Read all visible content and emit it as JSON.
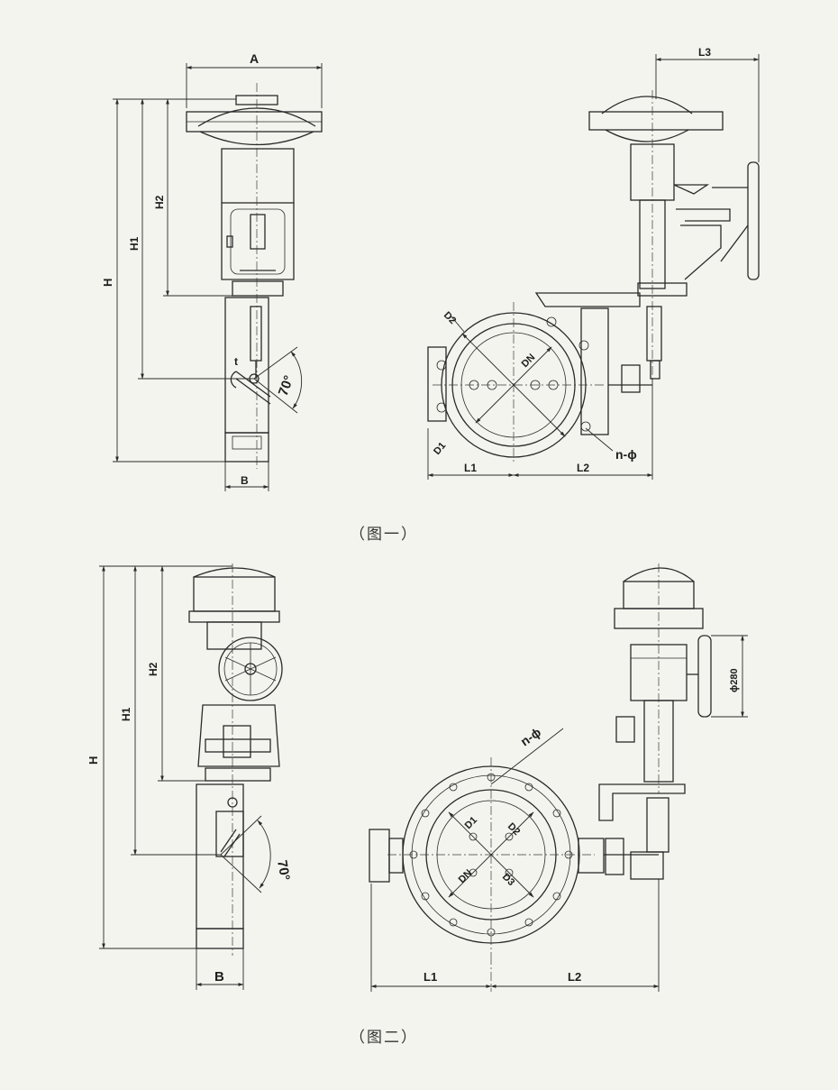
{
  "figure1": {
    "caption": "（图一）",
    "labels": {
      "A": "A",
      "H": "H",
      "H1": "H1",
      "H2": "H2",
      "B": "B",
      "t": "t",
      "angle": "70°",
      "L1": "L1",
      "L2": "L2",
      "L3": "L3",
      "D1": "D1",
      "D2": "D2",
      "DN": "DN",
      "n_phi": "n-ϕ"
    }
  },
  "figure2": {
    "caption": "（图二）",
    "labels": {
      "H": "H",
      "H1": "H1",
      "H2": "H2",
      "B": "B",
      "angle": "70°",
      "L1": "L1",
      "L2": "L2",
      "D1": "D1",
      "D2": "D2",
      "D3": "D3",
      "DN": "DN",
      "n_phi": "n-ϕ",
      "handwheel_dia": "ϕ280"
    }
  }
}
